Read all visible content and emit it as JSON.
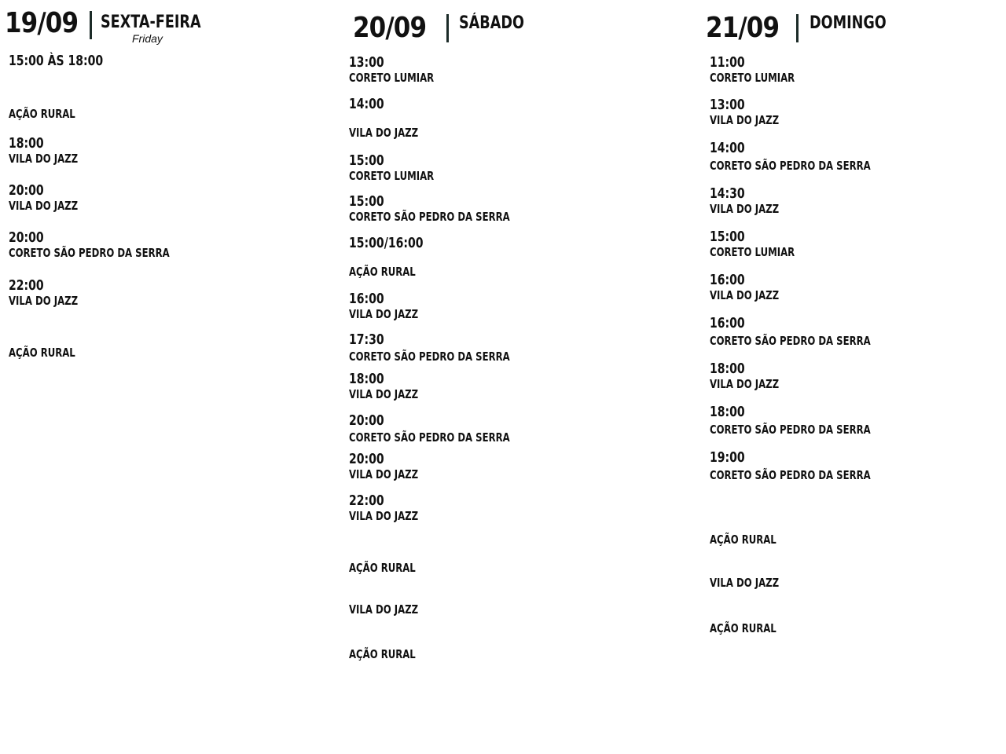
{
  "days": {
    "friday": {
      "date": "19/09",
      "name": "SEXTA-FEIRA",
      "name_en": "Friday",
      "events": [
        {
          "time": "15:00 ÀS 18:00",
          "venue": ""
        },
        {
          "time": "",
          "venue": "AÇÃO RURAL"
        },
        {
          "time": "18:00",
          "venue": "VILA DO JAZZ"
        },
        {
          "time": "20:00",
          "venue": "VILA DO JAZZ"
        },
        {
          "time": "20:00",
          "venue": "CORETO SÃO PEDRO DA SERRA"
        },
        {
          "time": "22:00",
          "venue": "VILA DO JAZZ"
        },
        {
          "time": "",
          "venue": "AÇÃO RURAL"
        }
      ]
    },
    "saturday": {
      "date": "20/09",
      "name": "SÁBADO",
      "events": [
        {
          "time": "13:00",
          "venue": "CORETO LUMIAR"
        },
        {
          "time": "14:00",
          "venue": ""
        },
        {
          "time": "",
          "venue": "VILA DO JAZZ"
        },
        {
          "time": "15:00",
          "venue": "CORETO LUMIAR"
        },
        {
          "time": "15:00",
          "venue": "CORETO SÃO PEDRO DA SERRA"
        },
        {
          "time": "15:00/16:00",
          "venue": ""
        },
        {
          "time": "",
          "venue": "AÇÃO RURAL"
        },
        {
          "time": "16:00",
          "venue": "VILA DO JAZZ"
        },
        {
          "time": "17:30",
          "venue": "CORETO SÃO PEDRO DA SERRA"
        },
        {
          "time": "18:00",
          "venue": "VILA DO JAZZ"
        },
        {
          "time": "20:00",
          "venue": "CORETO SÃO PEDRO DA SERRA"
        },
        {
          "time": "20:00",
          "venue": "VILA DO JAZZ"
        },
        {
          "time": "22:00",
          "venue": "VILA DO JAZZ"
        },
        {
          "time": "",
          "venue": "AÇÃO RURAL"
        },
        {
          "time": "",
          "venue": "VILA DO JAZZ"
        },
        {
          "time": "",
          "venue": "AÇÃO RURAL"
        }
      ]
    },
    "sunday": {
      "date": "21/09",
      "name": "DOMINGO",
      "events": [
        {
          "time": "11:00",
          "venue": "CORETO LUMIAR"
        },
        {
          "time": "13:00",
          "venue": "VILA DO JAZZ"
        },
        {
          "time": "14:00",
          "venue": "CORETO SÃO PEDRO DA SERRA"
        },
        {
          "time": "14:30",
          "venue": "VILA DO JAZZ"
        },
        {
          "time": "15:00",
          "venue": "CORETO LUMIAR"
        },
        {
          "time": "16:00",
          "venue": "VILA DO JAZZ"
        },
        {
          "time": "16:00",
          "venue": "CORETO SÃO PEDRO DA SERRA"
        },
        {
          "time": "18:00",
          "venue": "VILA DO JAZZ"
        },
        {
          "time": "18:00",
          "venue": "CORETO SÃO PEDRO DA SERRA"
        },
        {
          "time": "19:00",
          "venue": "CORETO SÃO PEDRO DA SERRA"
        },
        {
          "time": "",
          "venue": "AÇÃO RURAL"
        },
        {
          "time": "",
          "venue": "VILA DO JAZZ"
        },
        {
          "time": "",
          "venue": "AÇÃO RURAL"
        }
      ]
    }
  }
}
